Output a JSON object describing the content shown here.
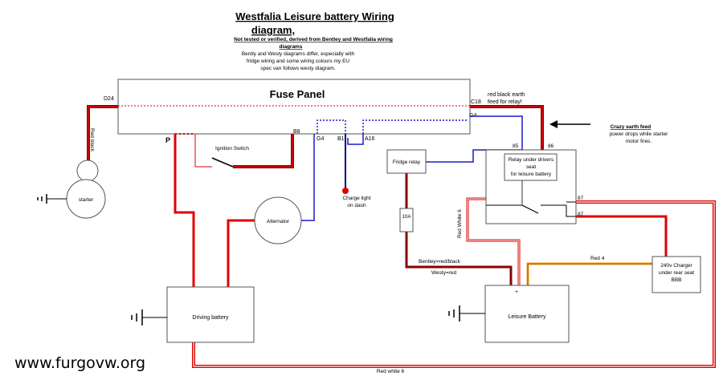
{
  "title_line1": "Westfalia Leisure battery Wiring",
  "title_line2": "diagram,",
  "subtitle_line1": "Not tested or verified, derived from Bentley and Westfalia wiring",
  "subtitle_line2": "diagrams",
  "note_lines": [
    "Bently and Westy diagrams differ, especially with",
    "fridge wiring and some wiring colours my EU",
    "spec van follows westy diagram."
  ],
  "fuse_panel": "Fuse Panel",
  "pins": {
    "d24": "D24",
    "c18": "C18",
    "g4_right": "G4",
    "b8": "B8",
    "g4": "G4",
    "b1": "B1",
    "a16": "A16",
    "p": "P"
  },
  "wire_labels": {
    "red_black_vertical": "Red black",
    "red_black_earth_line1": "red black earth",
    "red_black_earth_line2": "feed for relay!",
    "red_white_vertical": "Red White 6",
    "bentley": "Bentley=red/black",
    "westy": "Westy=red",
    "red4": "Red 4",
    "red_white_bottom": "Red white 6"
  },
  "crazy_earth": {
    "title": "Crazy earth feed",
    "line1": "power drops while starter",
    "line2": "motor fires."
  },
  "components": {
    "starter": "starter",
    "ignition": "Ignition Switch",
    "alternator": "Alternator",
    "charge_light_line1": "Charge light",
    "charge_light_line2": "on dash",
    "fridge_relay": "Fridge relay",
    "fuse_10a": "10A",
    "relay_line1": "Relay under drivers",
    "relay_line2": "seat",
    "relay_line3": "for leisure battery",
    "relay_pins": {
      "p85": "85",
      "p86": "86",
      "p87a": "87",
      "p87b": "87"
    },
    "charger_line1": "240v Charger",
    "charger_line2": "under rear seat",
    "charger_line3": "BBB",
    "driving_battery": "Driving battery",
    "leisure_battery": "Leisure Battery",
    "plus": "+"
  },
  "watermark": "www.furgovw.org",
  "colors": {
    "red_wire": "#e00000",
    "dark_red_wire": "#8b0000",
    "blue_wire": "#1a1acc",
    "orange_wire": "#f0a020",
    "box_stroke": "#555555"
  }
}
